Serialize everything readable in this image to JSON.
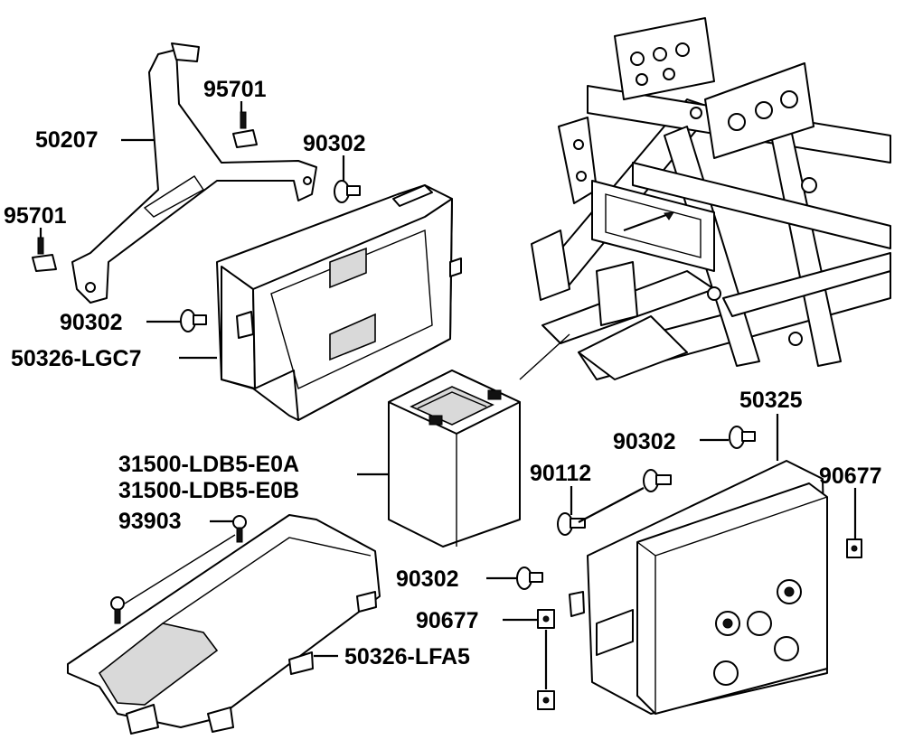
{
  "labels": {
    "p50207": "50207",
    "p95701_a": "95701",
    "p95701_b": "95701",
    "p90302_a": "90302",
    "p90302_b": "90302",
    "p90302_c": "90302",
    "p90302_d": "90302",
    "p50326_lgc7": "50326-LGC7",
    "p31500_e0a": "31500-LDB5-E0A",
    "p31500_e0b": "31500-LDB5-E0B",
    "p93903": "93903",
    "p50326_lfa5": "50326-LFA5",
    "p50325": "50325",
    "p90112": "90112",
    "p90677_a": "90677",
    "p90677_b": "90677"
  }
}
